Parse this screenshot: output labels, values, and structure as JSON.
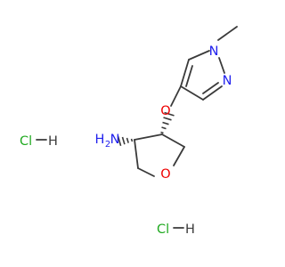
{
  "molecule": {
    "atoms": {
      "n_methyl": "N",
      "n_ring": "N",
      "o_ether": "O",
      "o_ring": "O",
      "amine_h": "H",
      "amine_n": "N",
      "amine_sub": "2"
    },
    "salts": [
      {
        "cl": "Cl",
        "h": "H"
      },
      {
        "cl": "Cl",
        "h": "H"
      }
    ],
    "colors": {
      "bond": "#3a3a3a",
      "nitrogen": "#2222ee",
      "oxygen": "#ee0000",
      "chlorine": "#22aa22",
      "text": "#3a3a3a"
    }
  }
}
